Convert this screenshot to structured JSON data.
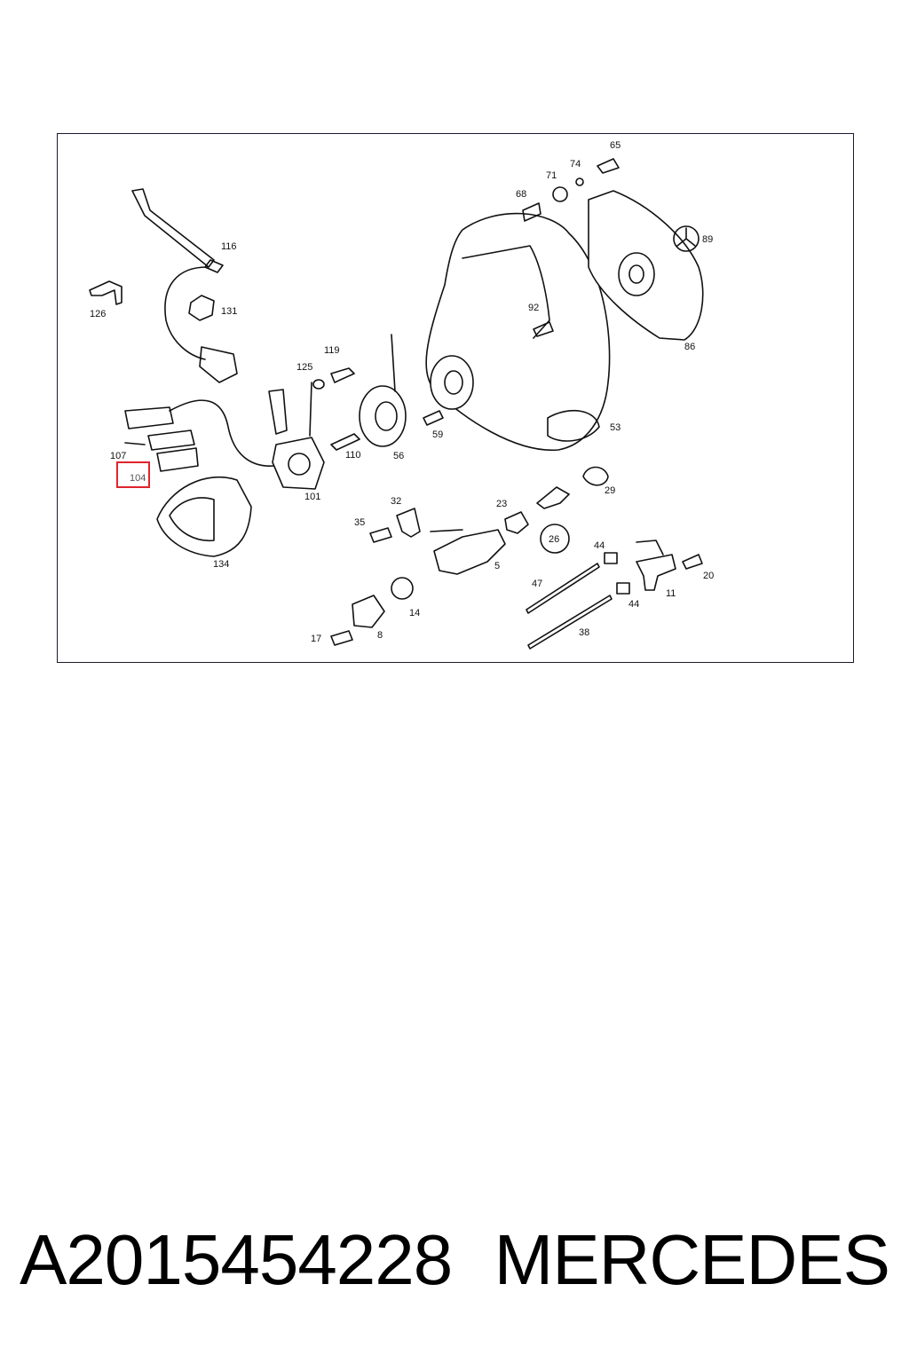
{
  "diagram": {
    "highlighted_callout": "104",
    "highlight_color": "#e0242c",
    "callouts": [
      "65",
      "74",
      "71",
      "68",
      "116",
      "89",
      "126",
      "131",
      "92",
      "86",
      "119",
      "125",
      "107",
      "110",
      "56",
      "59",
      "53",
      "104",
      "101",
      "29",
      "23",
      "32",
      "35",
      "26",
      "44",
      "5",
      "20",
      "47",
      "11",
      "14",
      "44",
      "38",
      "17",
      "8",
      "134"
    ]
  },
  "footer": {
    "part_number": "A2015454228",
    "brand": "MERCEDES"
  }
}
